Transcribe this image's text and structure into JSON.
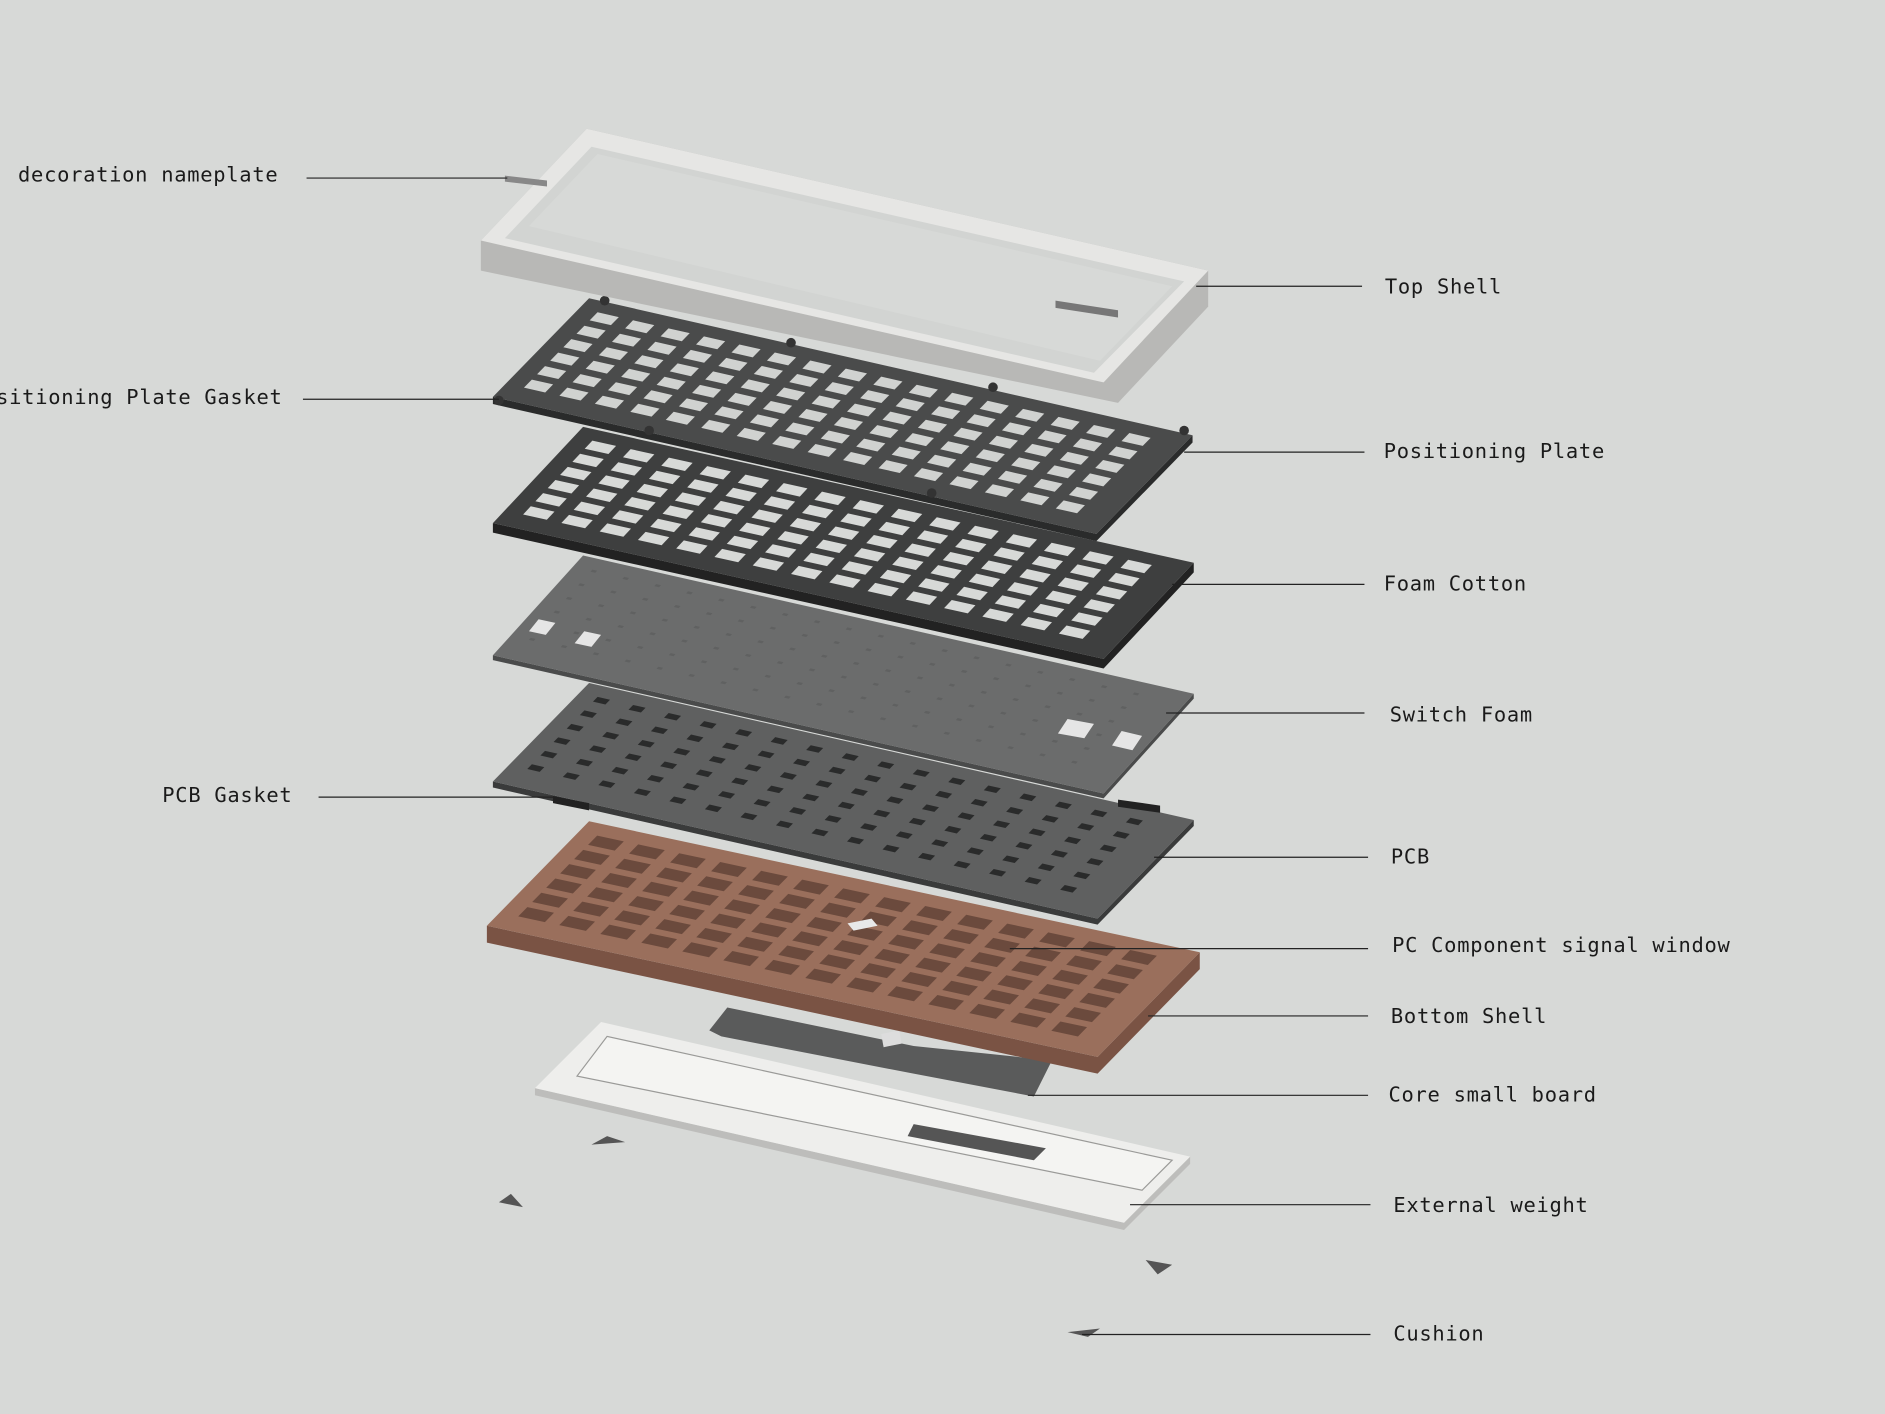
{
  "diagram": {
    "title": "Keyboard exploded view",
    "labels_left": [
      {
        "id": "decoration-nameplate",
        "text": "decoration nameplate"
      },
      {
        "id": "positioning-plate-gasket",
        "text": "Positioning Plate Gasket"
      },
      {
        "id": "pcb-gasket",
        "text": "PCB Gasket"
      }
    ],
    "labels_right": [
      {
        "id": "top-shell",
        "text": "Top Shell"
      },
      {
        "id": "positioning-plate",
        "text": "Positioning Plate"
      },
      {
        "id": "foam-cotton",
        "text": "Foam Cotton"
      },
      {
        "id": "switch-foam",
        "text": "Switch Foam"
      },
      {
        "id": "pcb",
        "text": "PCB"
      },
      {
        "id": "pc-component-signal-window",
        "text": "PC Component signal window"
      },
      {
        "id": "bottom-shell",
        "text": "Bottom Shell"
      },
      {
        "id": "core-small-board",
        "text": "Core small board"
      },
      {
        "id": "external-weight",
        "text": "External weight"
      },
      {
        "id": "cushion",
        "text": "Cushion"
      }
    ],
    "colors": {
      "background": "#d7d9d7",
      "shell": "#e6e6e4",
      "plate": "#4a4b4b",
      "foam": "#3e3f3f",
      "switch_foam": "#6b6c6c",
      "pcb": "#5f6060",
      "bottom_shell": "#9a6f5c",
      "weight": "#eeeeec",
      "board": "#5a5b5b"
    }
  }
}
